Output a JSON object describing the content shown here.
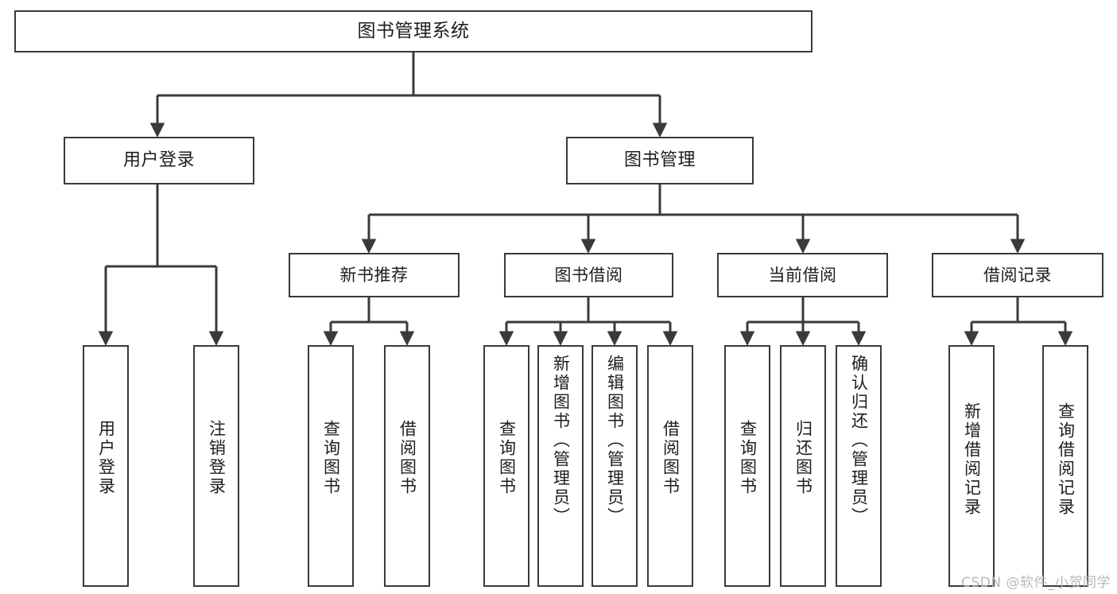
{
  "diagram": {
    "title": "图书管理系统",
    "root": {
      "label": "图书管理系统"
    },
    "level2": [
      {
        "label": "用户登录"
      },
      {
        "label": "图书管理"
      }
    ],
    "level3": [
      {
        "label": "新书推荐"
      },
      {
        "label": "图书借阅"
      },
      {
        "label": "当前借阅"
      },
      {
        "label": "借阅记录"
      }
    ],
    "leaves": [
      {
        "label": "用户登录"
      },
      {
        "label": "注销登录"
      },
      {
        "label": "查询图书"
      },
      {
        "label": "借阅图书"
      },
      {
        "label": "查询图书"
      },
      {
        "label": "新增图书（管理员）"
      },
      {
        "label": "编辑图书（管理员）"
      },
      {
        "label": "借阅图书"
      },
      {
        "label": "查询图书"
      },
      {
        "label": "归还图书"
      },
      {
        "label": "确认归还（管理员）"
      },
      {
        "label": "新增借阅记录"
      },
      {
        "label": "查询借阅记录"
      }
    ],
    "colors": {
      "stroke": "#3a3a3a",
      "fill": "#ffffff",
      "text": "#1d1d1d",
      "watermark": "#b9b9b9"
    }
  },
  "watermark": {
    "text": "CSDN @软件_小贺同学"
  }
}
